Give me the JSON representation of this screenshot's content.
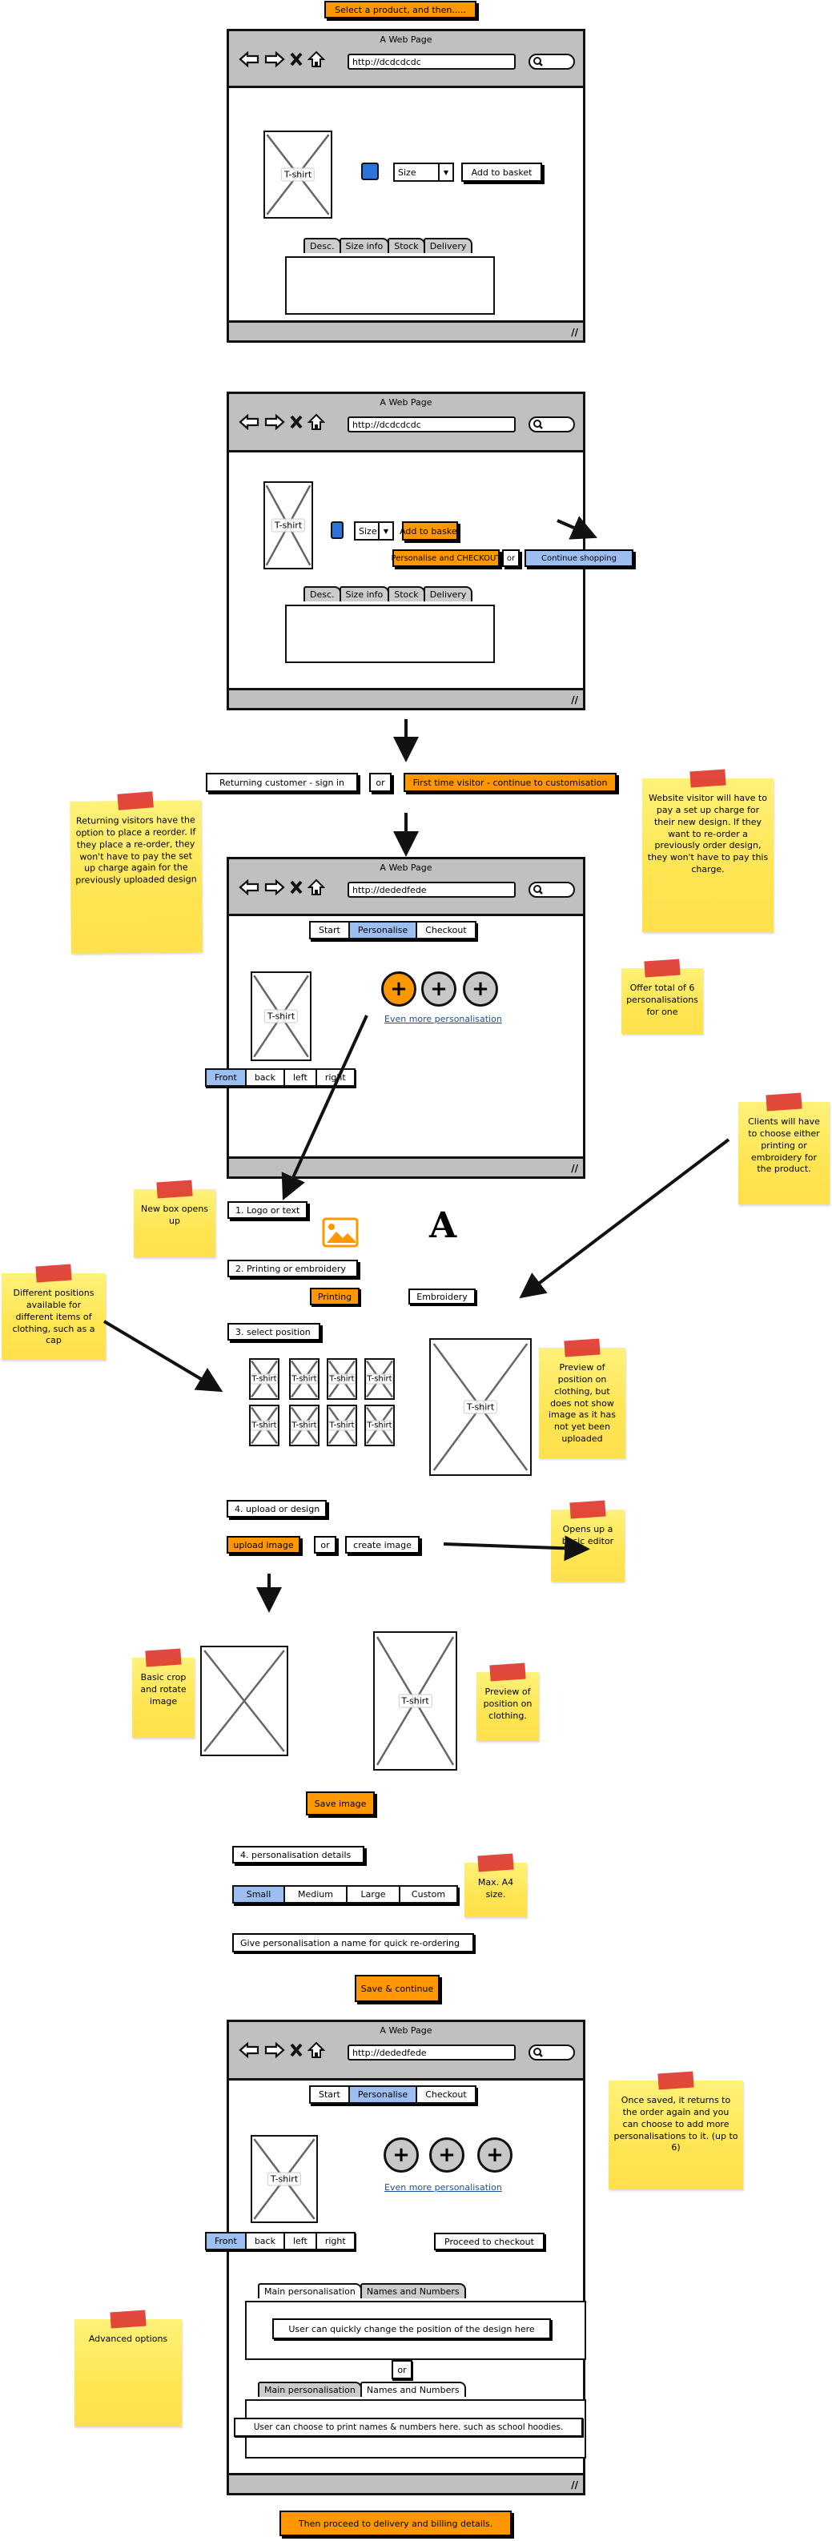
{
  "intro_label": "Select a product, and then.....",
  "browser_title": "A Web Page",
  "url_product": "http://dcdcdcdc",
  "url_personalise": "http://dededfede",
  "placeholder_label": "T-shirt",
  "product": {
    "size_placeholder": "Size",
    "add_to_basket": "Add to basket",
    "tabs": [
      "Desc.",
      "Size info",
      "Stock",
      "Delivery"
    ]
  },
  "basket_choice": {
    "personalise_checkout": "Personalise and CHECKOUT",
    "or": "or",
    "continue_shopping": "Continue shopping"
  },
  "visitor_choice": {
    "returning": "Returning customer - sign in",
    "or": "or",
    "first_time": "First time visitor - continue to customisation"
  },
  "steps_nav": [
    "Start",
    "Personalise",
    "Checkout"
  ],
  "steps_nav_active": "Personalise",
  "view_tabs": [
    "Front",
    "back",
    "left",
    "right"
  ],
  "view_tabs_active": "Front",
  "even_more_link": "Even more personalisation",
  "proceed_checkout": "Proceed to checkout",
  "steps": {
    "logo_or_text": "1. Logo or text",
    "text_glyph": "A",
    "printing_or_embroidery": "2. Printing or embroidery",
    "printing": "Printing",
    "embroidery": "Embroidery",
    "select_position": "3. select position",
    "upload_or_design": "4. upload or design",
    "upload_image": "upload image",
    "or": "or",
    "create_image": "create image",
    "save_image": "Save image",
    "personalisation_details": "4. personalisation details",
    "sizes": [
      "Small",
      "Medium",
      "Large",
      "Custom"
    ],
    "size_selected": "Small",
    "name_field": "Give personalisation a name for quick re-ordering",
    "save_continue": "Save & continue"
  },
  "advanced": {
    "tab_main": "Main personalisation",
    "tab_names": "Names and Numbers",
    "main_desc": "User can quickly change the position of the design here",
    "or": "or",
    "names_desc": "User can choose to print names & numbers here. such as school hoodies."
  },
  "final_label": "Then proceed to delivery and billing details.",
  "notes": {
    "returning_visitors": "Returning visitors have the option to place a reorder. If they place a re-order, they won't have to pay the set up charge again for the previously uploaded design",
    "website_visitor": "Website visitor will have to pay a set up charge for their new design. If they want to re-order a previously order design, they won't have to pay this charge.",
    "offer_total": "Offer total of 6 personalisations for one",
    "clients_choose": "Clients will have to choose either printing or embroidery for the product.",
    "new_box": "New box opens up",
    "different_positions": "Different positions available for different items of clothing, such as a cap",
    "preview_not_uploaded": "Preview of position on clothing, but does not show image as it has not yet been uploaded",
    "opens_editor": "Opens up a basic editor",
    "crop_rotate": "Basic crop and rotate image",
    "preview_position": "Preview of position on clothing.",
    "max_a4": "Max. A4 size.",
    "once_saved": "Once saved, it returns to the order again and you can choose to add more personalisations to it. (up to 6)",
    "advanced_options": "Advanced options"
  },
  "colors": {
    "accent_orange": "#ff9800",
    "selected_blue": "#9cbef0",
    "sticky_yellow": "#ffe552",
    "tape_red": "#de3a30",
    "chrome_gray": "#c0c0c0"
  }
}
